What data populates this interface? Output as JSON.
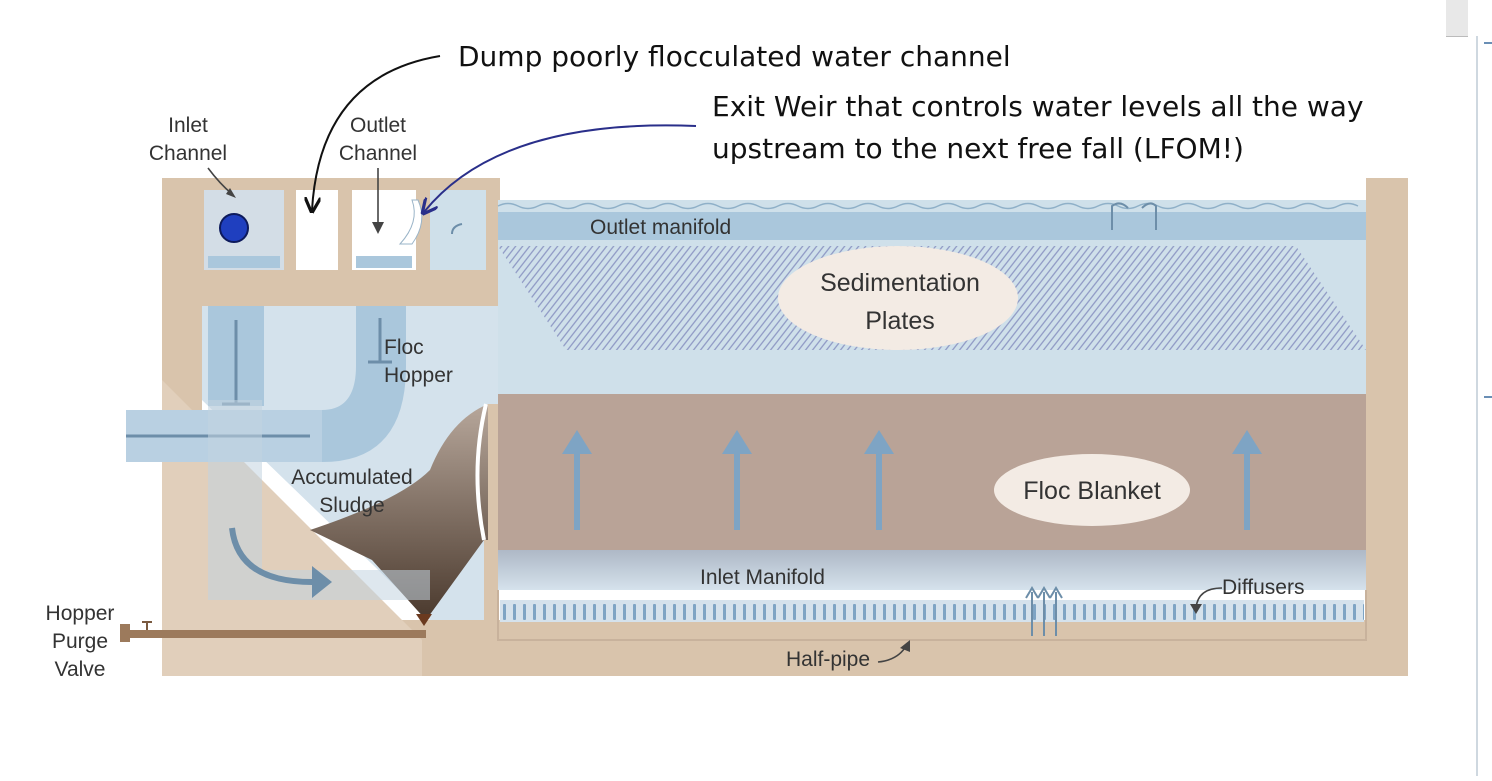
{
  "annotations": {
    "dump_channel": "Dump poorly flocculated water channel",
    "exit_weir_line1": "Exit Weir that controls water levels all the way",
    "exit_weir_line2": "upstream to the next free fall (LFOM!)"
  },
  "labels": {
    "inlet_channel_1": "Inlet",
    "inlet_channel_2": "Channel",
    "outlet_channel_1": "Outlet",
    "outlet_channel_2": "Channel",
    "floc_hopper_1": "Floc",
    "floc_hopper_2": "Hopper",
    "accumulated_sludge_1": "Accumulated",
    "accumulated_sludge_2": "Sludge",
    "hopper_purge_valve_1": "Hopper",
    "hopper_purge_valve_2": "Purge",
    "hopper_purge_valve_3": "Valve",
    "outlet_manifold": "Outlet manifold",
    "sedimentation_plates_1": "Sedimentation",
    "sedimentation_plates_2": "Plates",
    "floc_blanket": "Floc Blanket",
    "inlet_manifold": "Inlet Manifold",
    "diffusers": "Diffusers",
    "half_pipe": "Half-pipe"
  },
  "colors": {
    "concrete": "#d9c4ac",
    "water": "#cfe0ea",
    "floc_blanket": "#b9a397",
    "pipe": "#aac7dc",
    "sludge": "#5a4638",
    "arrow_blue": "#7ea4c4",
    "dot": "#1f3fbf",
    "weir_arrow": "#2a2f8a"
  }
}
